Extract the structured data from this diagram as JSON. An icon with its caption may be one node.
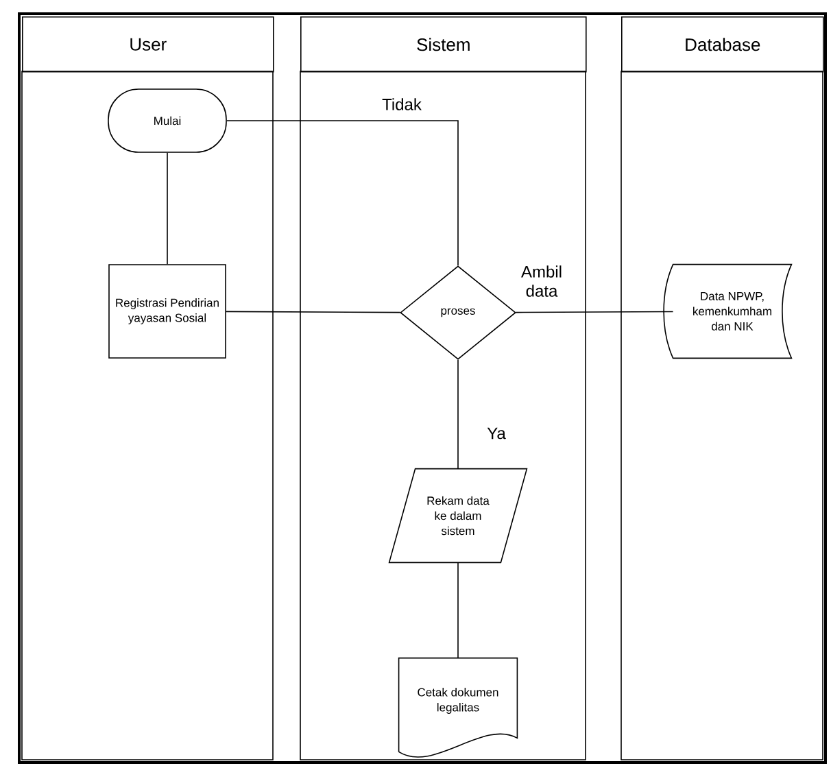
{
  "diagram": {
    "nodes": [
      {
        "text": [
          "User"
        ]
      },
      {
        "text": [
          "Sistem"
        ]
      },
      {
        "text": [
          "Database"
        ]
      },
      {
        "text": [
          "Mulai"
        ],
        "in": 0
      },
      {
        "text": [
          "Registrasi Pendirian yayasan Sosial"
        ],
        "in": 0
      },
      {
        "text": [
          "proses"
        ],
        "in": 1
      },
      {
        "text": [
          "Data NPWP, kemenkumham dan NIK"
        ],
        "in": 2
      },
      {
        "text": [
          "Rekam data ke dalam sistem"
        ],
        "in": 1
      },
      {
        "text": [
          "Cetak dokumen legalitas"
        ],
        "in": 1
      }
    ],
    "edges": [
      {
        "from": 3,
        "to": 4,
        "arrow": "none"
      },
      {
        "from": 3,
        "to": 5,
        "arrow": "none",
        "label": "Tidak"
      },
      {
        "from": 4,
        "to": 5,
        "arrow": "none"
      },
      {
        "from": 5,
        "to": 6,
        "arrow": "none",
        "label": "Ambil data"
      },
      {
        "from": 5,
        "to": 7,
        "arrow": "none",
        "label": "Ya"
      },
      {
        "from": 7,
        "to": 8,
        "arrow": "none"
      }
    ]
  }
}
